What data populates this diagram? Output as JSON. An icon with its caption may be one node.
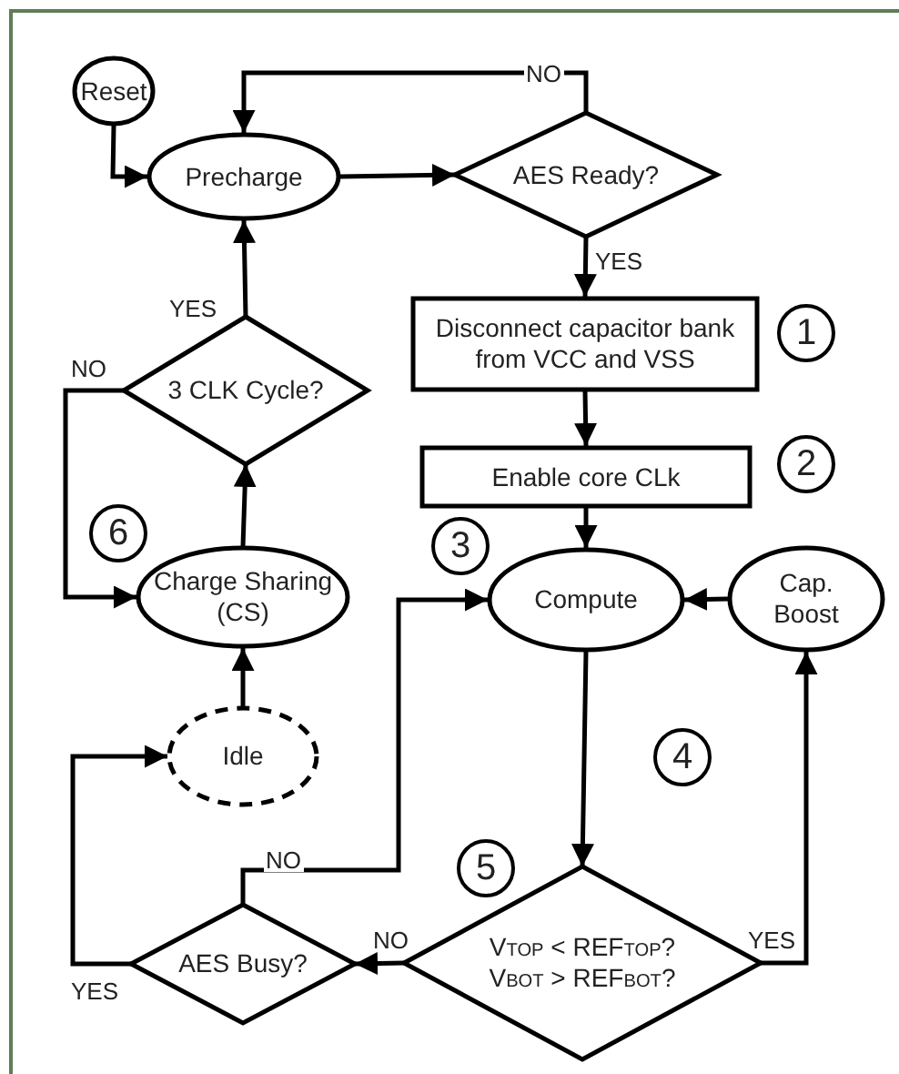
{
  "diagram": {
    "nodes": [
      {
        "text": [
          "Reset"
        ]
      },
      {
        "text": [
          "Precharge"
        ]
      },
      {
        "text": [
          "AES Ready?"
        ]
      },
      {
        "text": [
          "Disconnect capacitor bank from VCC and VSS"
        ]
      },
      {
        "text": [
          "Enable core CLk"
        ]
      },
      {
        "text": [
          "3 CLK Cycle?"
        ]
      },
      {
        "text": [
          "Charge Sharing (CS)"
        ]
      },
      {
        "text": [
          "Compute"
        ]
      },
      {
        "text": [
          "Cap. Boost"
        ]
      },
      {
        "text": [
          "Idle"
        ]
      },
      {
        "text": [
          "AES Busy?"
        ]
      },
      {
        "text": [
          "V$_{TOP}$ < REF$_{TOP}$? V$_{BOT}$ > REF$_{BOT}$?"
        ]
      }
    ],
    "edges": [
      {
        "from": 0,
        "to": 1,
        "arrow": "to"
      },
      {
        "from": 1,
        "to": 2,
        "arrow": "to"
      },
      {
        "from": 2,
        "to": 1,
        "arrow": "to",
        "label": "NO"
      },
      {
        "from": 2,
        "to": 3,
        "arrow": "to",
        "label": "YES"
      },
      {
        "from": 3,
        "to": 4,
        "arrow": "to"
      },
      {
        "from": 4,
        "to": 7,
        "arrow": "to"
      },
      {
        "from": 8,
        "to": 7,
        "arrow": "to"
      },
      {
        "from": 7,
        "to": 11,
        "arrow": "to"
      },
      {
        "from": 11,
        "to": 8,
        "arrow": "to",
        "label": "YES"
      },
      {
        "from": 11,
        "to": 10,
        "arrow": "to",
        "label": "NO"
      },
      {
        "from": 10,
        "to": 7,
        "arrow": "to",
        "label": "NO"
      },
      {
        "from": 10,
        "to": 9,
        "arrow": "to",
        "label": "YES"
      },
      {
        "from": 9,
        "to": 6,
        "arrow": "to"
      },
      {
        "from": 6,
        "to": 5,
        "arrow": "to"
      },
      {
        "from": 5,
        "to": 1,
        "arrow": "to",
        "label": "YES"
      },
      {
        "from": 5,
        "to": 6,
        "arrow": "to",
        "label": "NO"
      }
    ],
    "labels": [
      "1",
      "2",
      "3",
      "4",
      "5",
      "6"
    ]
  }
}
